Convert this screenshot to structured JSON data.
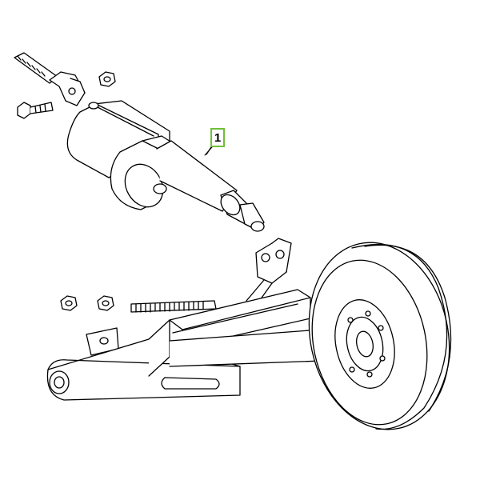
{
  "callout": {
    "label": "1",
    "border_color": "#6fbf3a"
  },
  "parts": {
    "actuator": "linear-actuator",
    "wheel": "gauge-wheel",
    "arm": "wheel-arm",
    "fasteners": [
      "threaded-rod",
      "clevis",
      "hex-nut",
      "hex-bolt",
      "hex-nut",
      "hex-nut",
      "threaded-rod"
    ]
  },
  "colors": {
    "line": "#000000",
    "fill": "#ffffff",
    "highlight": "#6fbf3a"
  }
}
